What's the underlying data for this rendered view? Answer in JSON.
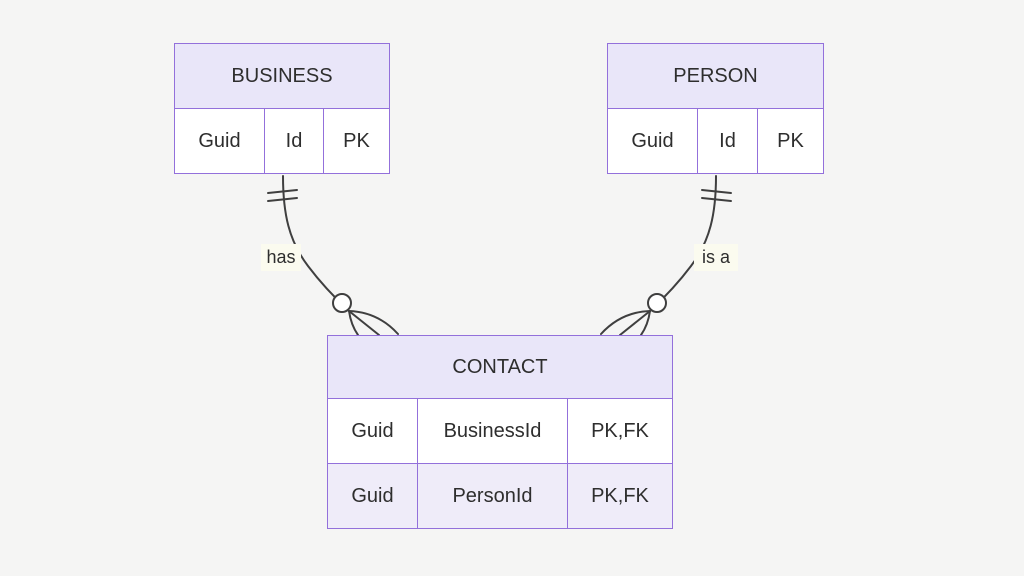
{
  "diagram": {
    "kind": "entity-relationship-diagram",
    "entities": [
      {
        "name": "BUSINESS",
        "attributes": [
          {
            "type": "Guid",
            "name": "Id",
            "keys": "PK"
          }
        ]
      },
      {
        "name": "PERSON",
        "attributes": [
          {
            "type": "Guid",
            "name": "Id",
            "keys": "PK"
          }
        ]
      },
      {
        "name": "CONTACT",
        "attributes": [
          {
            "type": "Guid",
            "name": "BusinessId",
            "keys": "PK,FK"
          },
          {
            "type": "Guid",
            "name": "PersonId",
            "keys": "PK,FK"
          }
        ]
      }
    ],
    "relationships": [
      {
        "from": "BUSINESS",
        "to": "CONTACT",
        "label": "has",
        "from_cardinality": "exactly one",
        "to_cardinality": "zero or more"
      },
      {
        "from": "PERSON",
        "to": "CONTACT",
        "label": "is a",
        "from_cardinality": "exactly one",
        "to_cardinality": "zero or more"
      }
    ],
    "colors": {
      "page_background": "#f5f5f4",
      "entity_border": "#9370db",
      "entity_header_fill": "#e9e6f9",
      "attribute_row_odd_fill": "#ffffff",
      "attribute_row_even_fill": "#efecf9",
      "relationship_line": "#3f3f3f",
      "label_background": "#fbfbef",
      "text": "#2e2e2e"
    }
  }
}
